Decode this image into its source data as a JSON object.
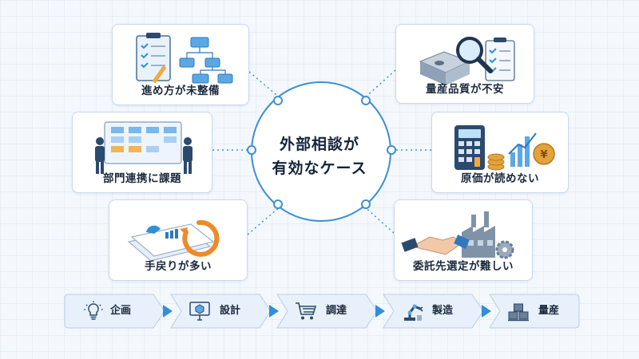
{
  "center": {
    "line1": "外部相談が",
    "line2": "有効なケース"
  },
  "cards": [
    {
      "id": "process",
      "label": "進め方が未整備",
      "icon": "checklist-flowchart-icon"
    },
    {
      "id": "dept",
      "label": "部門連携に課題",
      "icon": "team-kanban-board-icon"
    },
    {
      "id": "rework",
      "label": "手戻りが多い",
      "icon": "rework-cycle-documents-icon"
    },
    {
      "id": "quality",
      "label": "量産品質が不安",
      "icon": "part-inspection-magnifier-icon"
    },
    {
      "id": "cost",
      "label": "原価が読めない",
      "icon": "calculator-coins-chart-icon"
    },
    {
      "id": "vendor",
      "label": "委託先選定が難しい",
      "icon": "handshake-factory-icon"
    }
  ],
  "flow": [
    {
      "label": "企画",
      "icon": "lightbulb-icon"
    },
    {
      "label": "設計",
      "icon": "cad-monitor-icon"
    },
    {
      "label": "調達",
      "icon": "shopping-cart-icon"
    },
    {
      "label": "製造",
      "icon": "robot-arm-icon"
    },
    {
      "label": "量産",
      "icon": "stacked-boxes-icon"
    }
  ],
  "colors": {
    "accent": "#2f8fd8",
    "arrow": "#2f8fd8",
    "card_border": "#c9d9ec",
    "step_fill": "#e8f1fb",
    "connector": "#3c8fd6"
  }
}
